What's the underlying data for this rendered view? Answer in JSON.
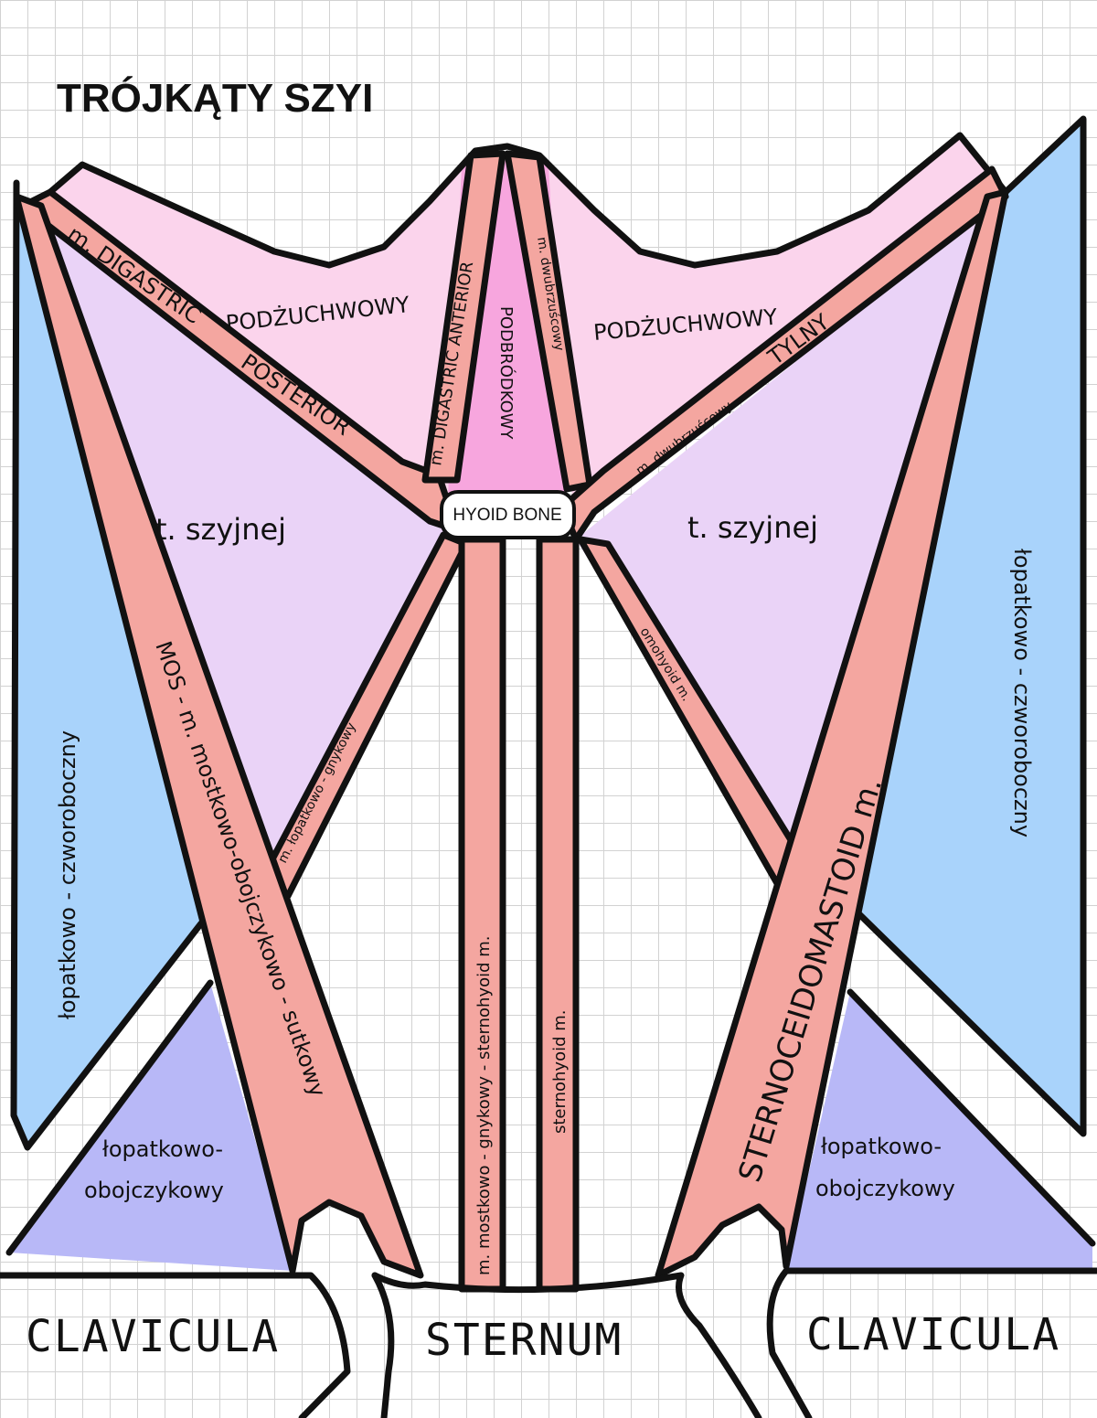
{
  "title": "TRÓJKĄTY SZYI",
  "hyoid_label": "HYOID BONE",
  "bones": {
    "clavicula_left": "CLAVICULA",
    "sternum": "STERNUM",
    "clavicula_right": "CLAVICULA"
  },
  "muscles": {
    "digastric_posterior_a": "m. DIGASTRIC",
    "digastric_posterior_b": "POSTERIOR",
    "digastric_anterior_left": "m. DIGASTRIC ANTERIOR",
    "digastric_anterior_right": "m. dwubrzuścowy",
    "digastric_posterior_right_a": "m. dwubrzuścowy",
    "digastric_posterior_right_b": "TYLNY",
    "omohyoid_left": "m. łopatkowo - gnykowy",
    "omohyoid_right": "omohyoid m.",
    "sternohyoid_left": "m. mostkowo - gnykowy - sternohyoid m.",
    "sternohyoid_right": "sternohyoid m.",
    "scm_left": "MOS - m. mostkowo-obojczykowo - sutkowy",
    "scm_right": "STERNOCEIDOMASTOID m."
  },
  "triangles": {
    "submandibular_left": "PODŻUCHWOWY",
    "submandibular_right": "PODŻUCHWOWY",
    "submental": "PODBRÓDKOWY",
    "carotid_left": "t. szyjnej",
    "carotid_right": "t. szyjnej",
    "occipital_left": "łopatkowo - czworoboczny",
    "occipital_right": "łopatkowo - czworoboczny",
    "supraclavicular_left_a": "łopatkowo-",
    "supraclavicular_left_b": "obojczykowy",
    "supraclavicular_right_a": "łopatkowo-",
    "supraclavicular_right_b": "obojczykowy"
  },
  "colors": {
    "submandibular": "#fbd4ec",
    "submental": "#f7a6de",
    "carotid": "#ead3f7",
    "occipital": "#a9d3fb",
    "supraclavicular": "#b8b8f7",
    "muscle": "#f4a6a0"
  }
}
